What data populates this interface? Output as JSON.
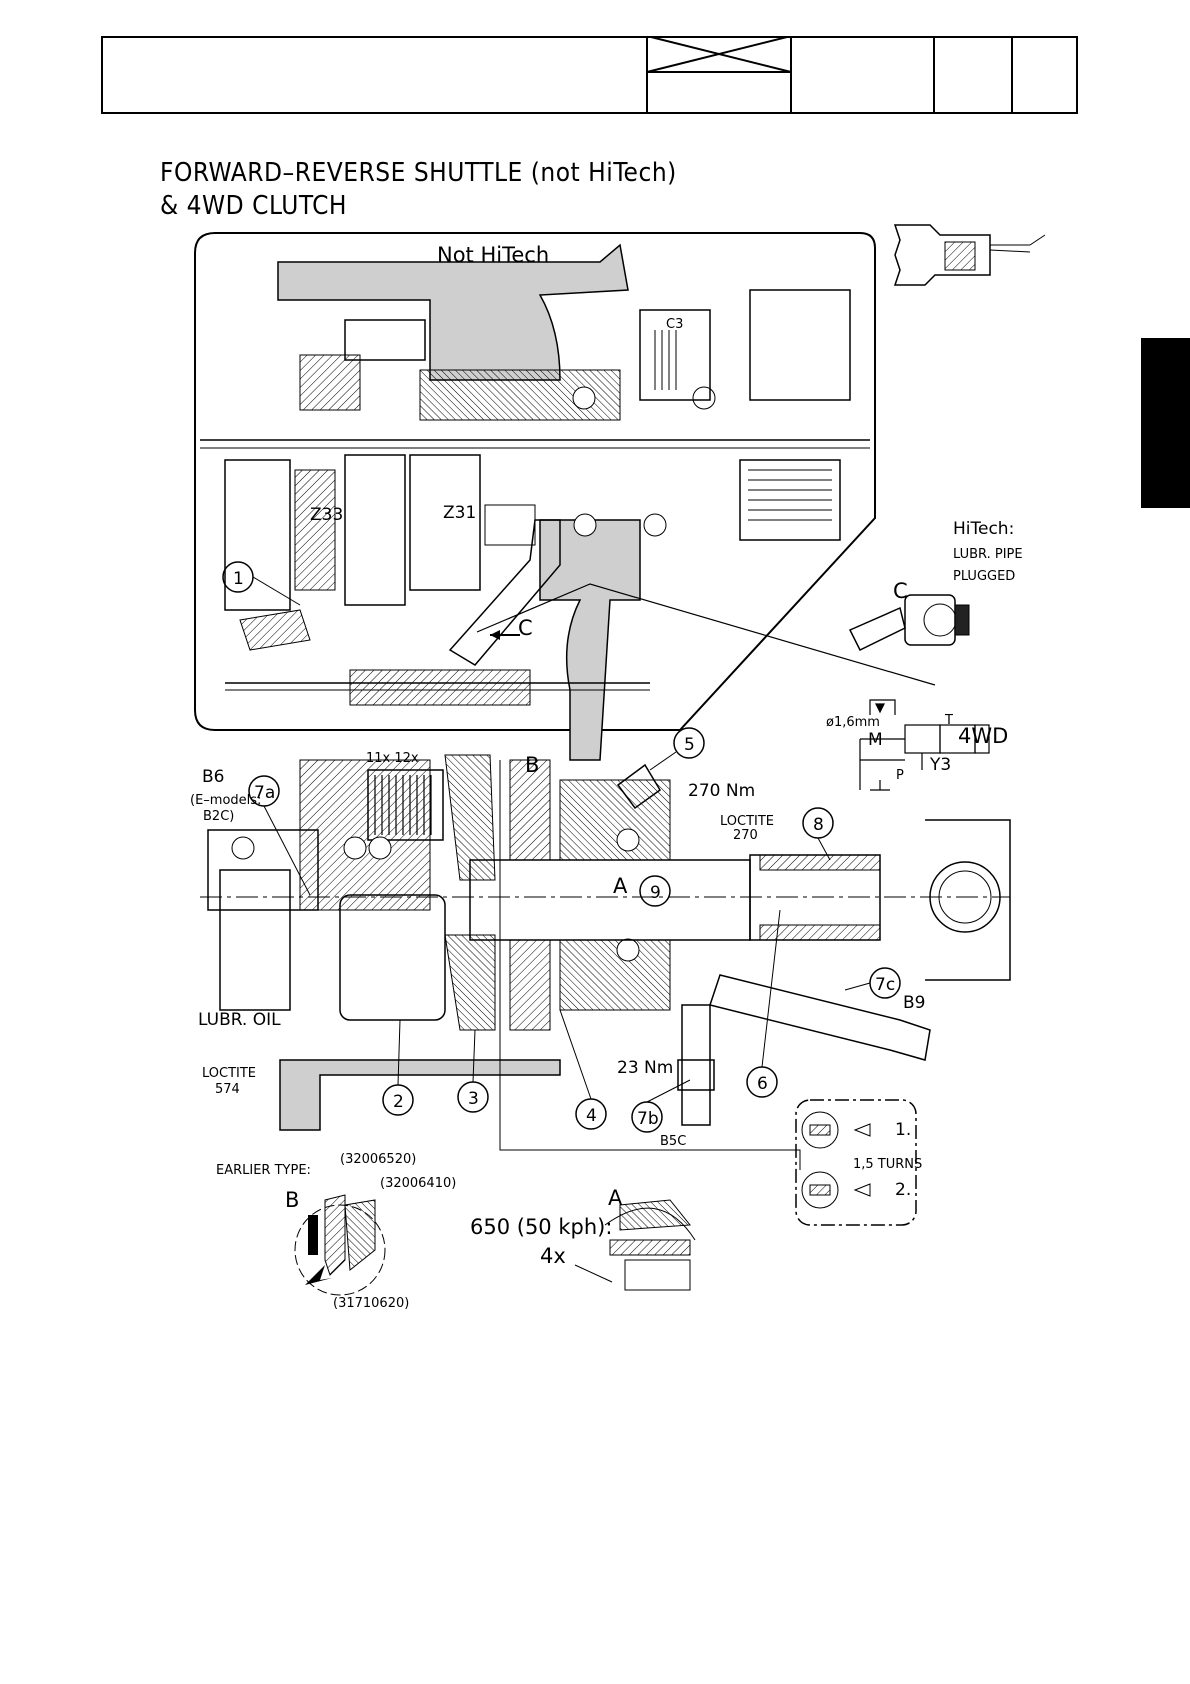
{
  "title": {
    "line1": "FORWARD–REVERSE SHUTTLE (not HiTech)",
    "line2": "& 4WD CLUTCH"
  },
  "detail_heading": "Not HiTech",
  "callouts": {
    "c1": "1",
    "c2": "2",
    "c3": "3",
    "c4": "4",
    "c5": "5",
    "c6": "6",
    "c7a": "7a",
    "c7b": "7b",
    "c7c": "7c",
    "c8": "8",
    "c9": "9"
  },
  "gear_labels": {
    "z33": "Z33",
    "z31": "Z31",
    "c3": "C3"
  },
  "section_letters": {
    "a": "A",
    "b": "B",
    "c": "C",
    "c_detail": "C"
  },
  "hitech": {
    "line1": "HiTech:",
    "line2": "LUBR. PIPE",
    "line3": "PLUGGED"
  },
  "notes": {
    "b6": "B6",
    "e_models_1": "(E–models:",
    "e_models_2": "B2C)",
    "discs": "11x  12x",
    "torque_270": "270 Nm",
    "loctite270_1": "LOCTITE",
    "loctite270_2": "270",
    "torque_23": "23 Nm",
    "lubr_oil": "LUBR. OIL",
    "loctite574_1": "LOCTITE",
    "loctite574_2": "574",
    "b5c": "B5C",
    "b9": "B9",
    "turns": "1,5 TURNS",
    "step1": "1.",
    "step2": "2."
  },
  "hydraulic": {
    "orifice": "ø1,6mm",
    "m": "M",
    "p": "P",
    "t": "T",
    "y3": "Y3",
    "fourwd": "4WD"
  },
  "earlier_type": {
    "label": "EARLIER TYPE:",
    "letter": "B",
    "part1": "(32006520)",
    "part2": "(32006410)",
    "part3": "(31710620)"
  },
  "detail_a": {
    "letter": "A",
    "speed": "650 (50 kph):",
    "count": "4x"
  }
}
